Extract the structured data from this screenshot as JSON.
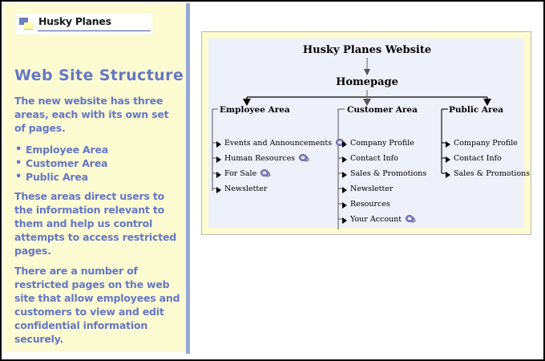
{
  "sidebar": {
    "logo": {
      "text": "Husky Planes",
      "icon": "husky-planes-squares-icon"
    },
    "heading": "Web Site Structure",
    "paragraph_1": "The new website has three areas, each with its own set of pages.",
    "bullets": [
      "Employee Area",
      "Customer Area",
      "Public Area"
    ],
    "paragraph_2": "These areas direct users to the information relevant to them and help us control attempts to access restricted pages.",
    "paragraph_3": "There are a number of restricted pages on the web site that allow employees and customers to view and edit confidential information securely.",
    "colors": {
      "background": "#fcfbd2",
      "text": "#6577c4",
      "divider": "#93a9d8"
    }
  },
  "diagram": {
    "root_label": "Husky Planes Website",
    "home_label": "Homepage",
    "background": "#eef0fa",
    "border": "#fcfbd2",
    "columns": [
      {
        "header": "Employee Area",
        "items": [
          {
            "label": "Events and Announcements",
            "locked": true
          },
          {
            "label": "Human Resources",
            "locked": true
          },
          {
            "label": "For Sale",
            "locked": true
          },
          {
            "label": "Newsletter",
            "locked": false
          }
        ]
      },
      {
        "header": "Customer Area",
        "items": [
          {
            "label": "Company Profile",
            "locked": false
          },
          {
            "label": "Contact Info",
            "locked": false
          },
          {
            "label": "Sales & Promotions",
            "locked": false
          },
          {
            "label": "Newsletter",
            "locked": false
          },
          {
            "label": "Resources",
            "locked": false
          },
          {
            "label": "Your Account",
            "locked": true
          }
        ]
      },
      {
        "header": "Public Area",
        "items": [
          {
            "label": "Company Profile",
            "locked": false
          },
          {
            "label": "Contact Info",
            "locked": false
          },
          {
            "label": "Sales & Promotions",
            "locked": false
          }
        ]
      }
    ]
  }
}
